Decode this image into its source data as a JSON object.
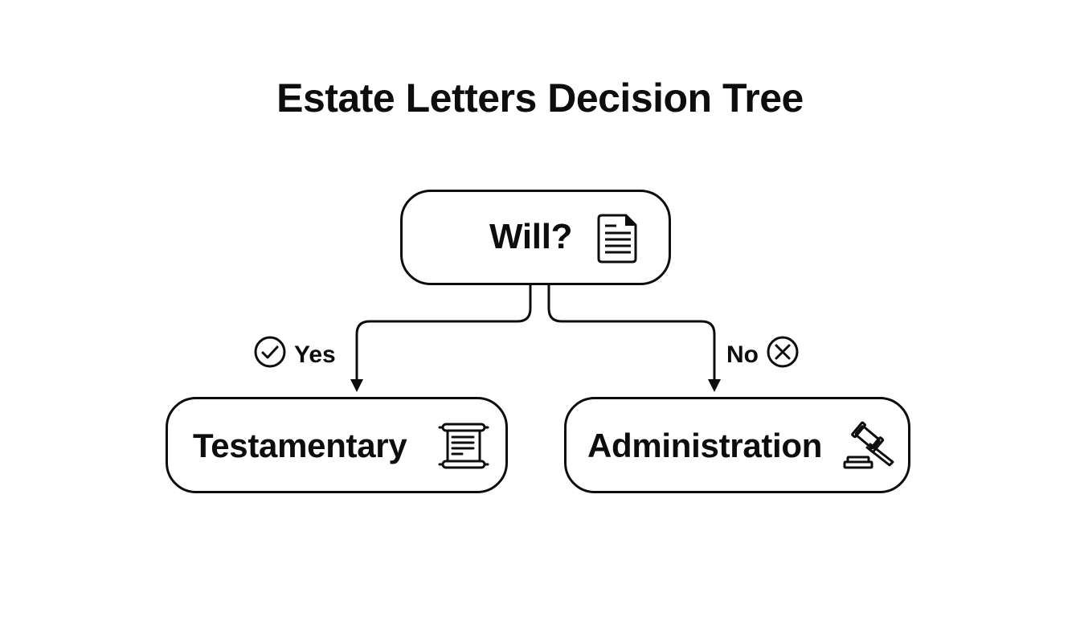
{
  "title": "Estate Letters Decision Tree",
  "colors": {
    "stroke": "#0d0d0d",
    "background": "#ffffff"
  },
  "nodes": {
    "root": {
      "label": "Will?",
      "icon": "document-icon"
    },
    "yes_branch": {
      "label": "Testamentary",
      "icon": "scroll-icon"
    },
    "no_branch": {
      "label": "Administration",
      "icon": "gavel-icon"
    }
  },
  "edges": {
    "yes": {
      "label": "Yes",
      "icon": "check-circle-icon",
      "from": "Will?",
      "to": "Testamentary"
    },
    "no": {
      "label": "No",
      "icon": "x-circle-icon",
      "from": "Will?",
      "to": "Administration"
    }
  }
}
